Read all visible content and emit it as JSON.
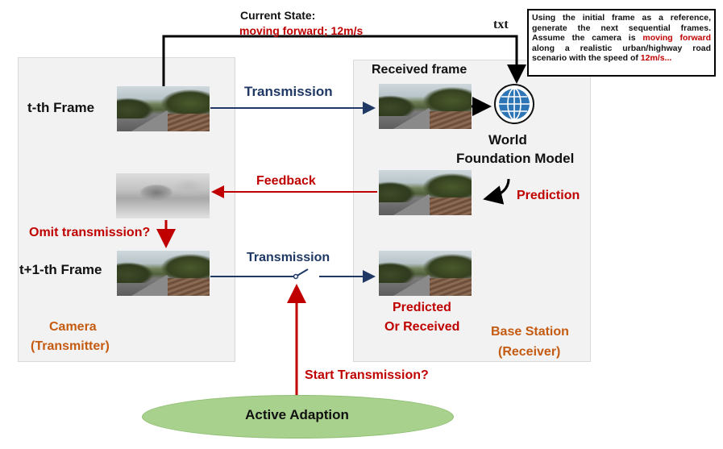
{
  "current_state": {
    "label": "Current State:",
    "value": "moving forward; 12m/s"
  },
  "txt_label": "txt",
  "prompt": {
    "before_red1": "Using the initial frame as a reference, generate the next sequential frames. Assume the camera is ",
    "red1": "moving forward",
    "middle": " along a realistic urban/highway road scenario with the speed of ",
    "red2": "12m/s..."
  },
  "camera": {
    "t_frame_label": "t-th Frame",
    "t1_frame_label": "t+1-th Frame",
    "omit_label": "Omit transmission?",
    "name_line1": "Camera",
    "name_line2": "(Transmitter)"
  },
  "links": {
    "transmission_top": "Transmission",
    "feedback": "Feedback",
    "transmission_bottom": "Transmission",
    "start_transmission": "Start Transmission?"
  },
  "base_station": {
    "received_frame_label": "Received frame",
    "model_line1": "World",
    "model_line2": "Foundation Model",
    "prediction_label": "Prediction",
    "predicted_line1": "Predicted",
    "predicted_line2": "Or Received",
    "name_line1": "Base Station",
    "name_line2": "(Receiver)"
  },
  "active_adaption": "Active Adaption",
  "colors": {
    "red": "#c00000",
    "navy": "#1f3864",
    "orange": "#c55a11",
    "green_ellipse": "#a9d18e",
    "globe_blue": "#2e75b6"
  },
  "icons": [
    "globe-icon"
  ]
}
